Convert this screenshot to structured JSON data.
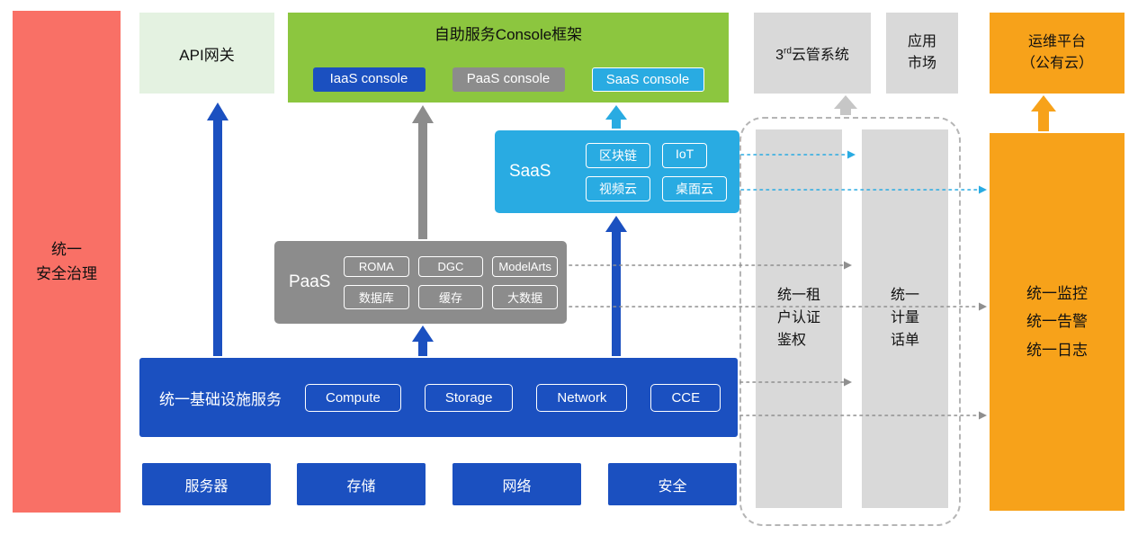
{
  "colors": {
    "coral_red": "#F97066",
    "light_green": "#E4F2E1",
    "green": "#8CC63F",
    "blue": "#1B50C0",
    "light_blue": "#29ABE2",
    "gray": "#8C8C8C",
    "light_gray": "#D9D9D9",
    "orange": "#F7A21A"
  },
  "left_bar": {
    "label": "统一\n安全治理"
  },
  "api_gateway": {
    "label": "API网关"
  },
  "console_frame": {
    "title": "自助服务Console框架",
    "buttons": [
      "IaaS console",
      "PaaS console",
      "SaaS console"
    ]
  },
  "third_party_cloud": {
    "prefix": "3",
    "sup": "rd",
    "rest": "云管系统"
  },
  "app_market": {
    "label": "应用\n市场"
  },
  "ops_platform": {
    "label": "运维平台\n（公有云）"
  },
  "saas": {
    "label": "SaaS",
    "tags": [
      "区块链",
      "IoT",
      "视频云",
      "桌面云"
    ]
  },
  "paas": {
    "label": "PaaS",
    "tags": [
      "ROMA",
      "DGC",
      "ModelArts",
      "数据库",
      "缓存",
      "大数据"
    ]
  },
  "infra": {
    "label": "统一基础设施服务",
    "tags": [
      "Compute",
      "Storage",
      "Network",
      "CCE"
    ]
  },
  "resources": [
    "服务器",
    "存储",
    "网络",
    "安全"
  ],
  "auth_bar": {
    "label": "统一租\n户认证\n鉴权"
  },
  "billing_bar": {
    "label": "统一\n计量\n话单"
  },
  "monitor_bar": {
    "label": "统一监控\n统一告警\n统一日志"
  }
}
